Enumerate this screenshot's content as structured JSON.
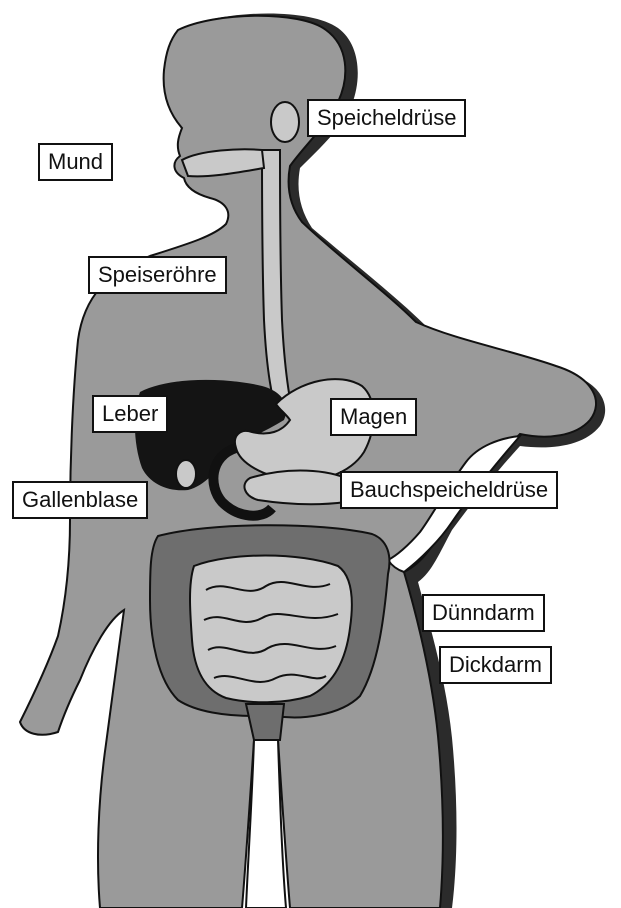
{
  "labels": {
    "mund": "Mund",
    "speicheldruese": "Speicheldrüse",
    "speiseroehre": "Speiseröhre",
    "leber": "Leber",
    "magen": "Magen",
    "gallenblase": "Gallenblase",
    "bauchspeicheldruese": "Bauchspeicheldrüse",
    "duenndarm": "Dünndarm",
    "dickdarm": "Dickdarm"
  },
  "colors": {
    "body": "#9a9a9a",
    "body_shadow": "#2b2b2b",
    "outline": "#111111",
    "liver": "#141414",
    "organ_light": "#c9c9c9",
    "colon": "#6e6e6e",
    "label_bg": "#ffffff"
  }
}
